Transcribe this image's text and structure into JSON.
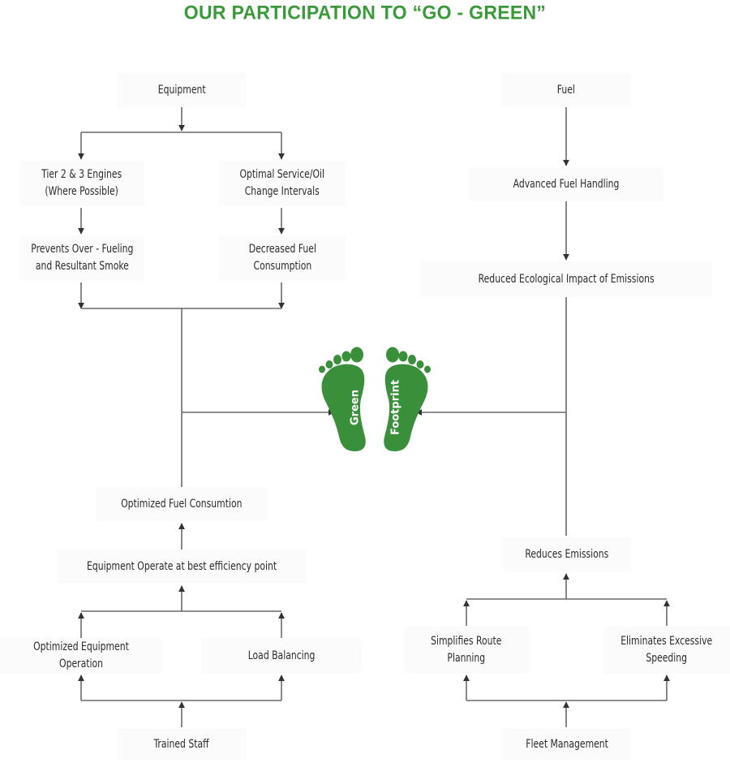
{
  "title": "OUR PARTICIPATION TO “GO - GREEN”",
  "colors": {
    "title": "#3a9a3a",
    "foot": "#3a8f3a",
    "line": "#6a6a6a",
    "arrow": "#333333",
    "box_bg": "#fbfbfb",
    "text": "#2b2b2b"
  },
  "center": {
    "left_foot_label": "Green",
    "right_foot_label": "Footprint",
    "icon": "footprints-icon"
  },
  "left_top": {
    "root": "Equipment",
    "branch_a": "Tier 2 & 3 Engines\n(Where Possible)",
    "branch_a_result": "Prevents Over - Fueling\nand Resultant Smoke",
    "branch_b": "Optimal Service/Oil\nChange Intervals",
    "branch_b_result": "Decreased Fuel\nConsumption"
  },
  "left_bottom": {
    "outcome": "Optimized Fuel Consumtion",
    "middle": "Equipment Operate at best efficiency point",
    "branch_a": "Optimized Equipment Operation",
    "branch_b": "Load Balancing",
    "root": "Trained Staff"
  },
  "right_top": {
    "root": "Fuel",
    "step": "Advanced Fuel Handling",
    "result": "Reduced Ecological Impact of Emissions"
  },
  "right_bottom": {
    "outcome": "Reduces Emissions",
    "branch_a": "Simplifies Route\nPlanning",
    "branch_b": "Eliminates Excessive\nSpeeding",
    "root": "Fleet Management"
  }
}
